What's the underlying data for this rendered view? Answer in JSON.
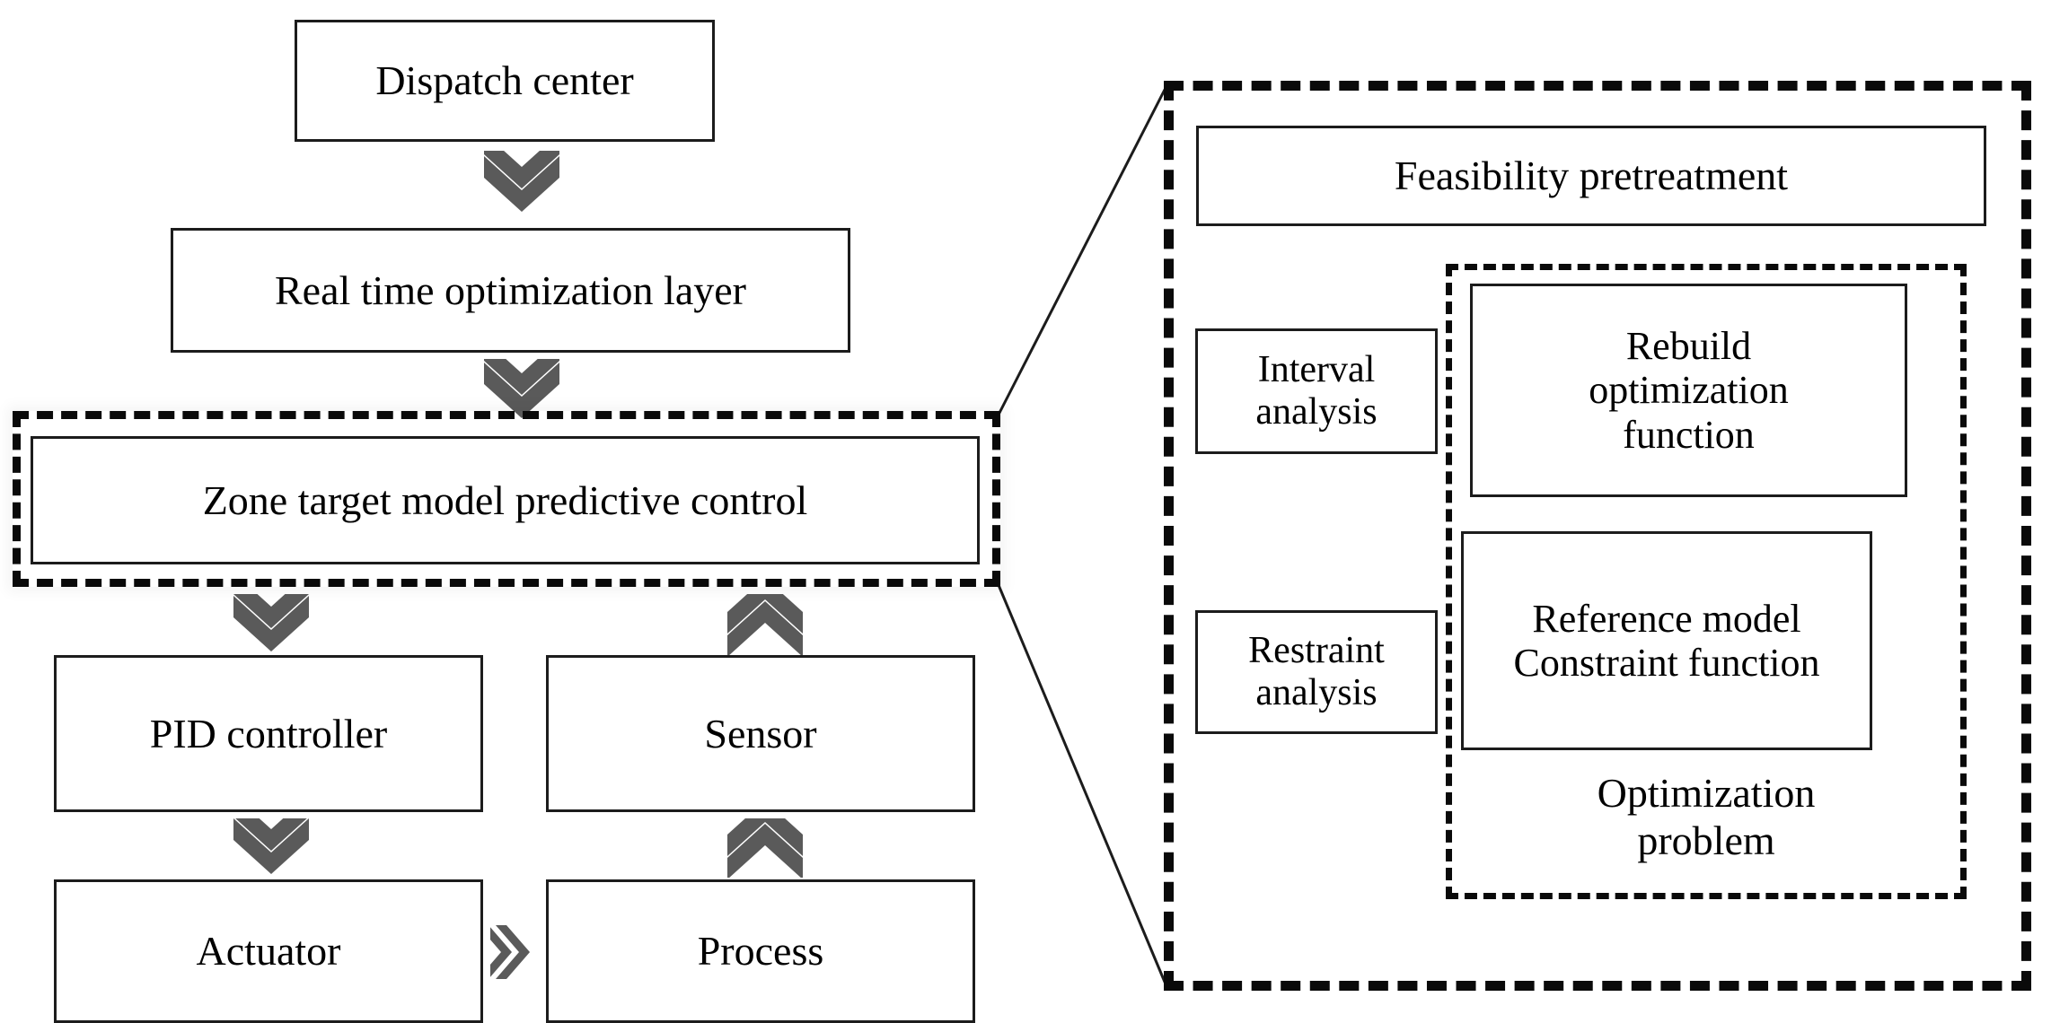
{
  "figure": {
    "left_diagram": {
      "nodes": [
        {
          "id": "dispatch-center",
          "label": "Dispatch center"
        },
        {
          "id": "rto-layer",
          "label": "Real time optimization layer"
        },
        {
          "id": "zone-target-mpc",
          "label": "Zone target model predictive control"
        },
        {
          "id": "pid-controller",
          "label": "PID controller"
        },
        {
          "id": "sensor",
          "label": "Sensor"
        },
        {
          "id": "actuator",
          "label": "Actuator"
        },
        {
          "id": "process",
          "label": "Process"
        }
      ],
      "connectors": [
        {
          "id": "dispatch-to-rto",
          "icon": "double-chevron-down-icon",
          "direction": "down"
        },
        {
          "id": "rto-to-mpc",
          "icon": "double-chevron-down-icon",
          "direction": "down"
        },
        {
          "id": "mpc-to-pid",
          "icon": "double-chevron-down-icon",
          "direction": "down"
        },
        {
          "id": "sensor-to-mpc",
          "icon": "double-chevron-up-icon",
          "direction": "up"
        },
        {
          "id": "pid-to-actuator",
          "icon": "double-chevron-down-icon",
          "direction": "down"
        },
        {
          "id": "process-to-sensor",
          "icon": "double-chevron-up-icon",
          "direction": "up"
        },
        {
          "id": "actuator-to-process",
          "icon": "double-chevron-right-icon",
          "direction": "right"
        }
      ]
    },
    "right_panel": {
      "nodes": [
        {
          "id": "feasibility-pretreatment",
          "label": "Feasibility pretreatment"
        },
        {
          "id": "interval-analysis",
          "label": "Interval\nanalysis"
        },
        {
          "id": "restraint-analysis",
          "label": "Restraint\nanalysis"
        },
        {
          "id": "rebuild-optimization",
          "label": "Rebuild\noptimization\nfunction"
        },
        {
          "id": "reference-model",
          "label": "Reference model\nConstraint function"
        }
      ],
      "group_label": "Optimization\nproblem"
    },
    "colors": {
      "box_stroke": "#1c1c1c",
      "dashed_stroke": "#0a0a0a",
      "arrow_fill": "#5a5a5a",
      "connector_line": "#1c1c1c",
      "background": "#ffffff",
      "text": "#000000"
    }
  }
}
